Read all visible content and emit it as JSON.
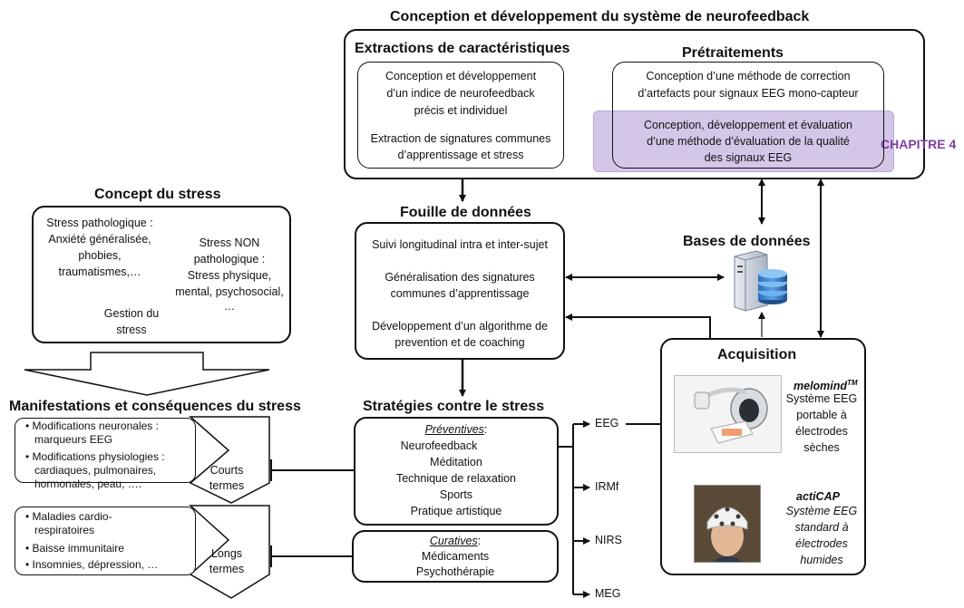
{
  "main_title": "Conception et développement du système de neurofeedback",
  "extraction": {
    "title": "Extractions de caractéristiques",
    "line1": "Conception et développement",
    "line2": "d’un indice de neurofeedback",
    "line3": "précis et individuel",
    "line4": "Extraction de signatures communes",
    "line5": "d’apprentissage et stress"
  },
  "pretraitement": {
    "title": "Prétraitements",
    "a1": "Conception d’une méthode de correction",
    "a2": "d’artefacts pour signaux EEG mono-capteur",
    "b1": "Conception, développement et évaluation",
    "b2": "d’une méthode d’évaluation de la qualité",
    "b3": "des signaux EEG"
  },
  "chapitre": "CHAPITRE 4",
  "fouille": {
    "title": "Fouille de données",
    "l1": "Suivi longitudinal intra et inter-sujet",
    "l2": "Généralisation des signatures",
    "l3": "communes d’apprentissage",
    "l4": "Développement d’un algorithme de",
    "l5": "prevention et de coaching"
  },
  "bases": {
    "title": "Bases de données",
    "icon": "database-server-icon"
  },
  "concept": {
    "title": "Concept du stress",
    "p1": "Stress pathologique :",
    "p2": "Anxiété généralisée,",
    "p3": "phobies,",
    "p4": "traumatismes,…",
    "n1": "Stress NON",
    "n2": "pathologique :",
    "n3": "Stress physique,",
    "n4": "mental, psychosocial,",
    "n5": "…",
    "g1": "Gestion du",
    "g2": "stress"
  },
  "manifest": {
    "title": "Manifestations et conséquences du stress",
    "court_items": [
      "Modifications neuronales :",
      "marqueurs EEG",
      "Modifications physiologies :",
      "cardiaques, pulmonaires,",
      "hormonales, peau, …."
    ],
    "court_label1": "Courts",
    "court_label2": "termes",
    "long_items": [
      "Maladies cardio-",
      "respiratoires",
      "Baisse immunitaire",
      "Insomnies, dépression, …"
    ],
    "long_label1": "Longs",
    "long_label2": "termes"
  },
  "strategies": {
    "title": "Stratégies contre le stress",
    "prev_head": "Préventives",
    "prev_items": [
      "Neurofeedback",
      "Méditation",
      "Technique de relaxation",
      "Sports",
      "Pratique artistique"
    ],
    "cur_head": "Curatives",
    "cur_items": [
      "Médicaments",
      "Psychothérapie"
    ]
  },
  "modalities": [
    "EEG",
    "IRMf",
    "NIRS",
    "MEG"
  ],
  "acquisition": {
    "title": "Acquisition",
    "melomind_name": "melomind",
    "melomind_sup": "TM",
    "melomind_desc": [
      "Système EEG",
      "portable à",
      "électrodes",
      "sèches"
    ],
    "acticap_name": "actiCAP",
    "acticap_desc": [
      "Système EEG",
      "standard à",
      "électrodes",
      "humides"
    ]
  }
}
